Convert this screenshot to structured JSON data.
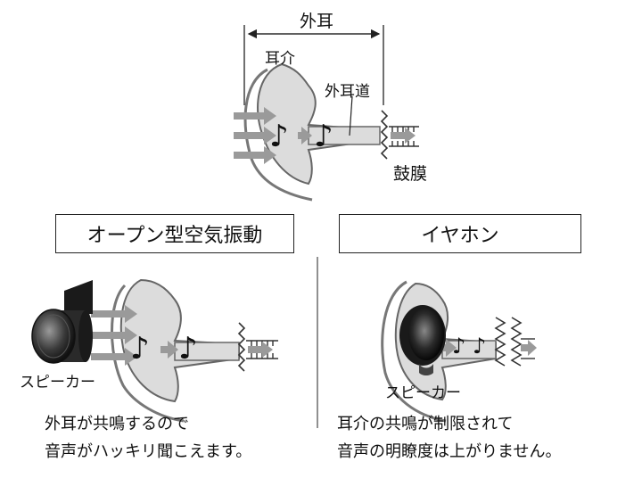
{
  "top_diagram": {
    "outer_ear_label": "外耳",
    "auricle_label": "耳介",
    "ear_canal_label": "外耳道",
    "eardrum_label": "鼓膜"
  },
  "left_panel": {
    "title": "オープン型空気振動",
    "speaker_label": "スピーカー",
    "caption_line1": "外耳が共鳴するので",
    "caption_line2": "音声がハッキリ聞こえます。"
  },
  "right_panel": {
    "title": "イヤホン",
    "speaker_label": "スピーカー",
    "caption_line1": "耳介の共鳴が制限されて",
    "caption_line2": "音声の明瞭度は上がりません。"
  },
  "icons": [
    "music-note-icon",
    "arrow-icon",
    "speaker-icon",
    "earphone-icon"
  ],
  "colors": {
    "ear_fill": "#dcdcdc",
    "ear_outline": "#555555",
    "arrow": "#9a9a9a",
    "text": "#111111"
  }
}
